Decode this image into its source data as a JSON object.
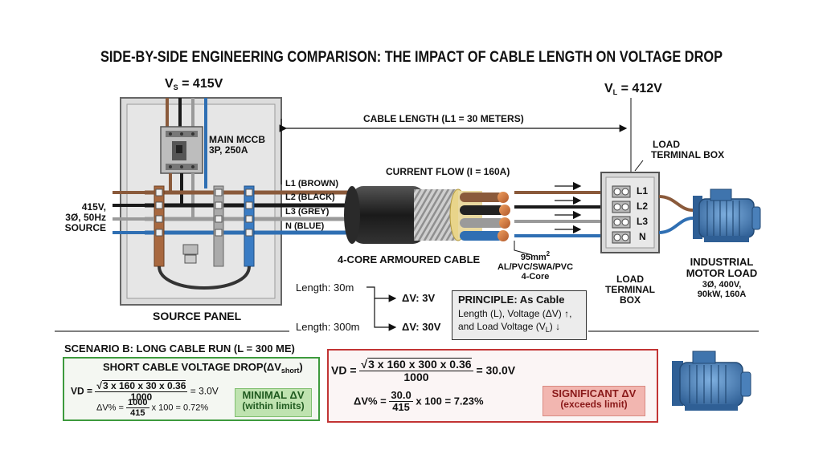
{
  "title": "SIDE-BY-SIDE ENGINEERING COMPARISON: THE IMPACT OF CABLE LENGTH ON VOLTAGE DROP",
  "vs": {
    "label": "V",
    "sub": "S",
    "value": "= 415V"
  },
  "vl": {
    "label": "V",
    "sub": "L",
    "value": "= 412V"
  },
  "cable_length": "CABLE LENGTH (L1 = 30 METERS)",
  "mccb": {
    "line1": "MAIN MCCB",
    "line2": "3P, 250A"
  },
  "source": {
    "line1": "415V,",
    "line2": "3Ø, 50Hz",
    "line3": "SOURCE"
  },
  "source_panel": "SOURCE PANEL",
  "phases": [
    "L1 (BROWN)",
    "L2 (BLACK)",
    "L3 (GREY)",
    "N (BLUE)"
  ],
  "current_flow": "CURRENT FLOW (I = 160A)",
  "armoured_cable": "4-CORE ARMOURED CABLE",
  "cable_spec": {
    "line1": "95mm",
    "sup": "2",
    "line2": "AL/PVC/SWA/PVC",
    "line3": "4-Core"
  },
  "load_terminal_top": {
    "line1": "LOAD",
    "line2": "TERMINAL BOX"
  },
  "load_terminal_bottom": {
    "line1": "LOAD",
    "line2": "TERMINAL",
    "line3": "BOX"
  },
  "terminals": [
    "L1",
    "L2",
    "L3",
    "N"
  ],
  "motor": {
    "line1": "INDUSTRIAL",
    "line2": "MOTOR LOAD",
    "line3": "3Ø, 400V,",
    "line4": "90kW, 160A"
  },
  "lengths": [
    {
      "label": "Length: 30m",
      "dv": "ΔV: 3V"
    },
    {
      "label": "Length: 300m",
      "dv": "ΔV: 30V"
    }
  ],
  "principle": {
    "line1": "PRINCIPLE: As Cable",
    "line2a": "Length (L), Voltage (ΔV)",
    "line3a": "and Load Voltage (V",
    "line3sub": "L",
    "line3b": ")",
    "up": "↑",
    "down": "↓"
  },
  "scenario_b": "SCENARIO B: LONG CABLE RUN (L = 300 ME)",
  "short": {
    "title": "SHORT CABLE VOLTAGE DROP(ΔV",
    "title_sub": "short",
    "title_end": ")",
    "vd_label": "VD =",
    "vd_num": "3 x 160 x 30 x 0.36",
    "vd_den": "1000",
    "vd_result": "= 3.0V",
    "pct_label": "ΔV% =",
    "pct_num": "1000",
    "pct_den": "415",
    "pct_result": "x 100 = 0.72%",
    "badge1": "MINIMAL ΔV",
    "badge2": "(within limits)"
  },
  "long": {
    "vd_label": "VD =",
    "vd_num": "3 x 160 x 300 x 0.36",
    "vd_den": "1000",
    "vd_result": "= 30.0V",
    "pct_label": "ΔV% =",
    "pct_num": "30.0",
    "pct_den": "415",
    "pct_result": "x 100 = 7.23%",
    "badge1": "SIGNIFICANT ΔV",
    "badge2": "(exceeds limit)"
  },
  "colors": {
    "brown": "#8a5a3b",
    "black": "#1a1a1a",
    "grey": "#9a9a9a",
    "blue": "#2f6fb3",
    "panel": "#dcdcdc",
    "green_border": "#3d9a3d",
    "green_fill": "#bfe3b0",
    "red_border": "#c23434",
    "red_fill": "#f2b6b0",
    "motor": "#5a8ec4"
  }
}
